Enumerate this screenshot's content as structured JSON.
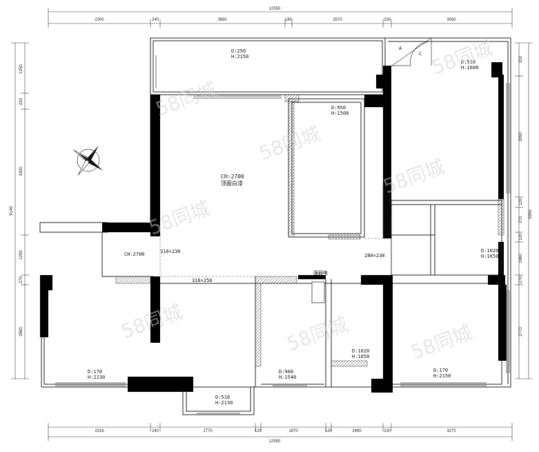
{
  "dimensions": {
    "top_total": "12550",
    "top_segments": [
      "2300",
      "240",
      "3690",
      "180",
      "2570",
      "230",
      "3090"
    ],
    "bottom_total": "12550",
    "bottom_segments": [
      "2316",
      "240",
      "2770",
      "120",
      "1870",
      "120",
      "2460",
      "230",
      "3270"
    ],
    "left_total": "9140",
    "left_segments": [
      "1250",
      "220",
      "3300",
      "1250",
      "270",
      "2860"
    ],
    "right_total": "5950",
    "right_segments": [
      "310",
      "3090",
      "120",
      "270",
      "120",
      "1460",
      "270",
      "2770"
    ]
  },
  "room_labels": [
    {
      "id": "balcony-top",
      "lines": [
        "D:250",
        "H:2150"
      ]
    },
    {
      "id": "room-top-right",
      "lines": [
        "D:510",
        "H:1600"
      ]
    },
    {
      "id": "room-center",
      "lines": [
        "D:950",
        "H:1500"
      ]
    },
    {
      "id": "living",
      "lines": [
        "CH:2700",
        "顶面白漆"
      ]
    },
    {
      "id": "entry",
      "lines": [
        "CH:2700"
      ]
    },
    {
      "id": "bath-right",
      "lines": [
        "D:1020",
        "H:1650"
      ]
    },
    {
      "id": "bedroom-left",
      "lines": [
        "D:170",
        "H:2130"
      ]
    },
    {
      "id": "room-mid-bottom",
      "lines": [
        "D:900",
        "H:1540"
      ]
    },
    {
      "id": "bath-bottom",
      "lines": [
        "D:1020",
        "H:1650"
      ]
    },
    {
      "id": "bedroom-right",
      "lines": [
        "D:170",
        "H:2150"
      ]
    },
    {
      "id": "bay-window",
      "lines": [
        "D:510",
        "H:2130"
      ]
    }
  ],
  "beam_labels": [
    "310×230",
    "310×250",
    "280×230"
  ],
  "door_marks": [
    "A",
    "C"
  ],
  "equipment_label": "强弱电",
  "watermark": "58同城"
}
